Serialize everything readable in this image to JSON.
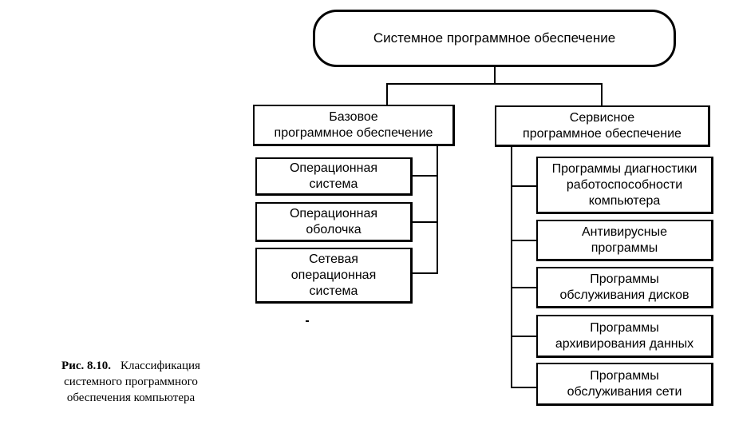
{
  "root": {
    "label": "Системное программное обеспечение"
  },
  "base": {
    "label": "Базовое\nпрограммное обеспечение",
    "items": [
      "Операционная\nсистема",
      "Операционная\nоболочка",
      "Сетевая\nоперационная\nсистема"
    ]
  },
  "service": {
    "label": "Сервисное\nпрограммное обеспечение",
    "items": [
      "Программы диагностики\nработоспособности\nкомпьютера",
      "Антивирусные\nпрограммы",
      "Программы\nобслуживания дисков",
      "Программы\nархивирования данных",
      "Программы\nобслуживания сети"
    ]
  },
  "caption": {
    "number": "Рис. 8.10.",
    "title_first": "Классификация",
    "title_rest": "системного программного\nобеспечения компьютера"
  }
}
